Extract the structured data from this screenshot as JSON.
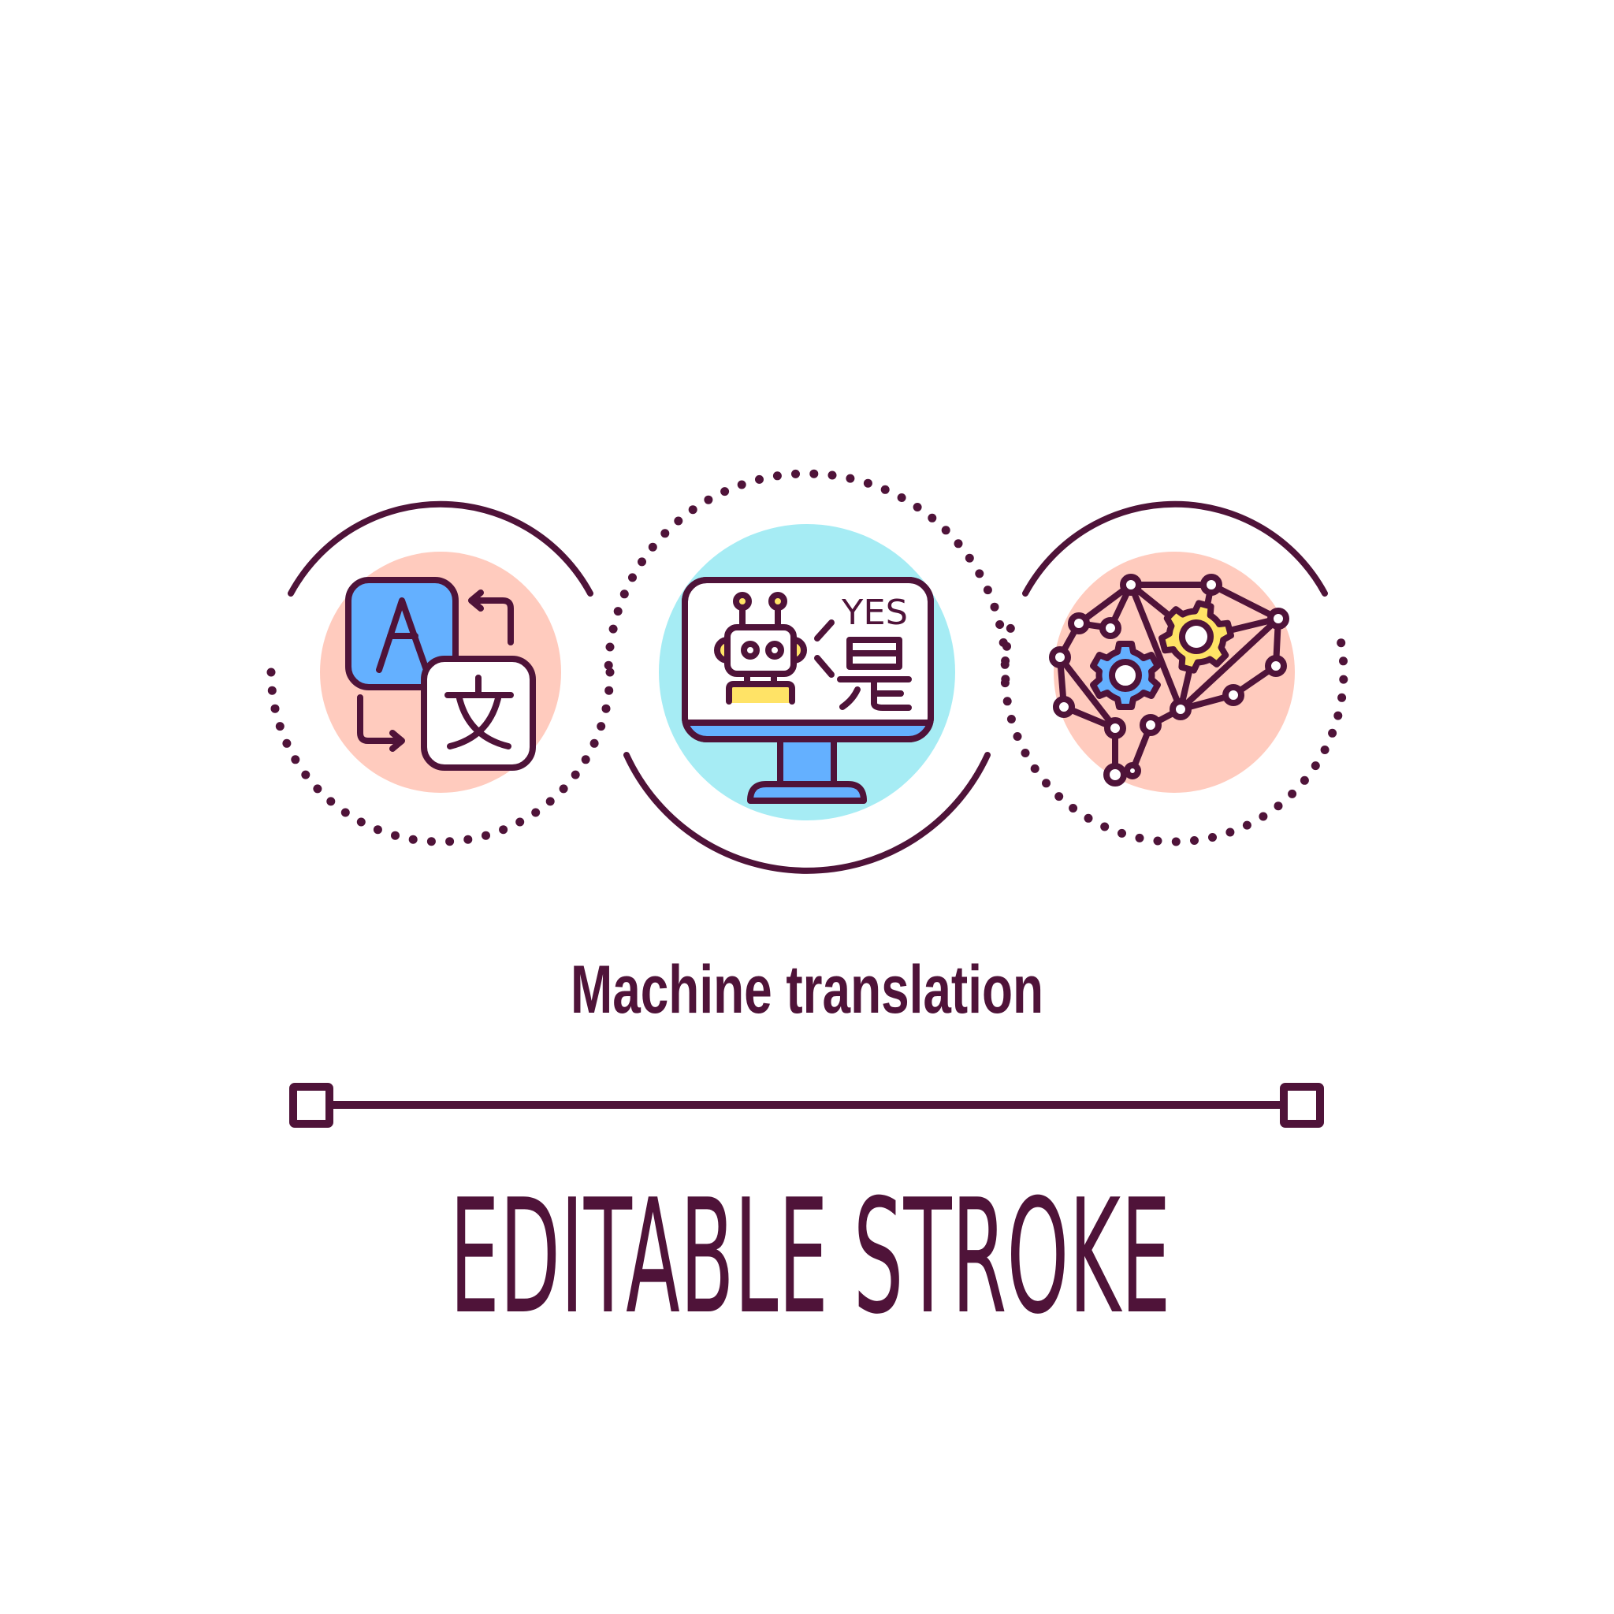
{
  "caption": {
    "title": "Machine translation",
    "banner": "EDITABLE STROKE"
  },
  "icons": [
    {
      "name": "language-translate-icon",
      "glyphs": {
        "latin": "A",
        "chinese": "文"
      }
    },
    {
      "name": "robot-translator-monitor-icon",
      "glyphs": {
        "english": "YES",
        "chinese": "是"
      }
    },
    {
      "name": "neural-brain-gears-icon"
    }
  ],
  "colors": {
    "ink": "#4f1339",
    "pink": "#ffcbbe",
    "cyan": "#a6ecf4",
    "blue": "#64b0ff",
    "yellow": "#ffe366",
    "background": "#ffffff"
  }
}
